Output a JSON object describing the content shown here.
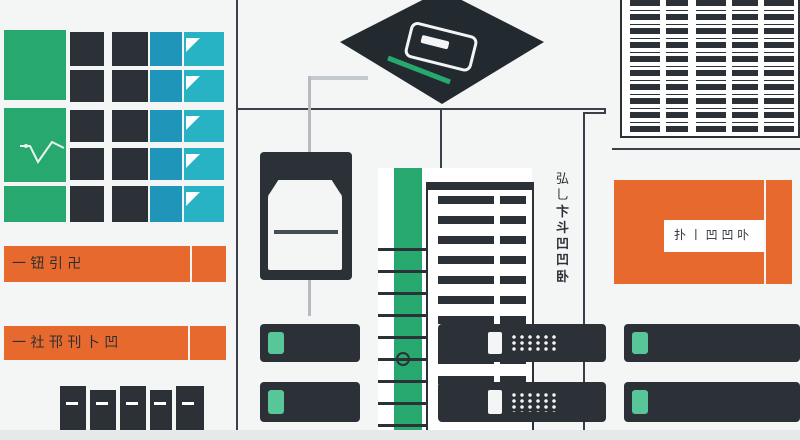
{
  "left_panel": {
    "bar_top_label": "一 钮 引 卍",
    "bar_bottom_label": "一 社 邗 刊 卜 凹"
  },
  "center_side_label": {
    "lines": [
      "弘 乚",
      "卞 斗",
      "凹 凹",
      "卧"
    ]
  },
  "right_panel": {
    "orange_card_label": "扑 丨 凹 凹 卟"
  },
  "colors": {
    "accent_green": "#27a86f",
    "accent_orange": "#e8692e",
    "accent_teal": "#1f95b9",
    "dark_rack": "#2b3137"
  }
}
